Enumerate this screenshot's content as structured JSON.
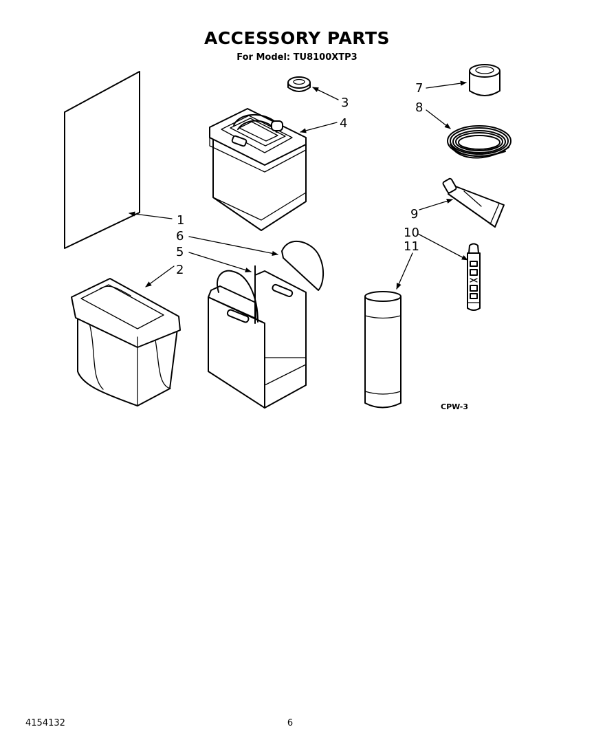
{
  "header": {
    "title": "ACCESSORY PARTS",
    "model_line": "For Model: TU8100XTP3"
  },
  "callouts": {
    "c1": "1",
    "c2": "2",
    "c3": "3",
    "c4": "4",
    "c5": "5",
    "c6": "6",
    "c7": "7",
    "c8": "8",
    "c9": "9",
    "c10": "10",
    "c11": "11"
  },
  "diagram_code": "CPW-3",
  "footer": {
    "part_number": "4154132",
    "page_number": "6"
  }
}
